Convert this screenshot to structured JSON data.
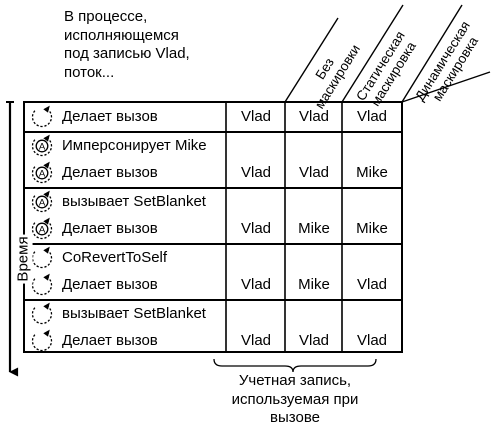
{
  "intro": {
    "lines": [
      "В процессе,",
      "исполняющемся",
      "под записью Vlad,",
      "поток..."
    ]
  },
  "columns": [
    {
      "lines": [
        "Без",
        "маскировки"
      ]
    },
    {
      "lines": [
        "Статическая",
        "маскировка"
      ]
    },
    {
      "lines": [
        "Динамическая",
        "маскировка"
      ]
    }
  ],
  "time_label": "Время",
  "footer": {
    "lines": [
      "Учетная запись,",
      "используемая при",
      "вызове"
    ]
  },
  "rows": [
    {
      "action": "Делает вызов",
      "icon": "circular-arrow-icon",
      "values": [
        "Vlad",
        "Vlad",
        "Vlad"
      ]
    },
    {
      "action": "Имперсонирует Mike",
      "icon": "impersonation-a-icon",
      "values": null
    },
    {
      "action": "Делает вызов",
      "icon": "impersonation-a-icon",
      "values": [
        "Vlad",
        "Vlad",
        "Mike"
      ]
    },
    {
      "action": "вызывает SetBlanket",
      "icon": "impersonation-a-icon",
      "values": null
    },
    {
      "action": "Делает вызов",
      "icon": "impersonation-a-icon",
      "values": [
        "Vlad",
        "Mike",
        "Mike"
      ]
    },
    {
      "action": "CoRevertToSelf",
      "icon": "circular-arrow-icon",
      "values": null
    },
    {
      "action": "Делает вызов",
      "icon": "circular-arrow-icon",
      "values": [
        "Vlad",
        "Mike",
        "Vlad"
      ]
    },
    {
      "action": "вызывает SetBlanket",
      "icon": "circular-arrow-icon",
      "values": null
    },
    {
      "action": "Делает вызов",
      "icon": "circular-arrow-icon",
      "values": [
        "Vlad",
        "Vlad",
        "Vlad"
      ]
    }
  ]
}
